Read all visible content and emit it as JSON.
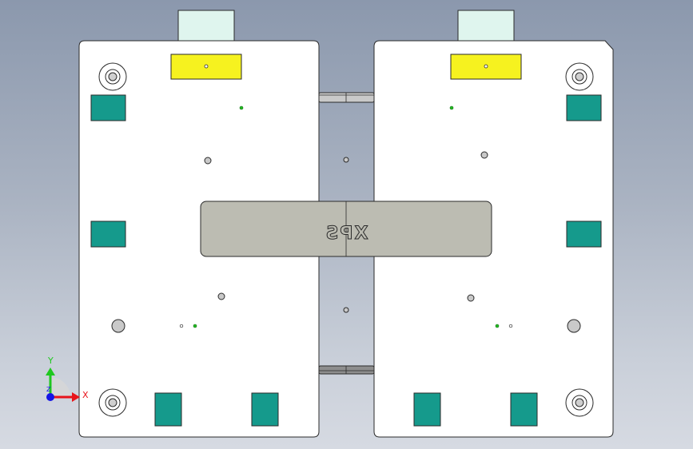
{
  "viewport": {
    "part_engraving": "XPS",
    "triad": {
      "x_label": "X",
      "y_label": "Y",
      "z_label": "Z"
    }
  },
  "colors": {
    "plate": "#ffffff",
    "outline": "#2a2a2a",
    "teal_block": "#159a8c",
    "yellow_pad": "#f6f21f",
    "mint_tab": "#dff5ee",
    "slot_fill": "#bcbcb2",
    "hole_fill": "#c9c9c9",
    "green_dot": "#22bb22",
    "axis_x": "#e8141b",
    "axis_y": "#1fc81f",
    "axis_z": "#1414e6"
  }
}
